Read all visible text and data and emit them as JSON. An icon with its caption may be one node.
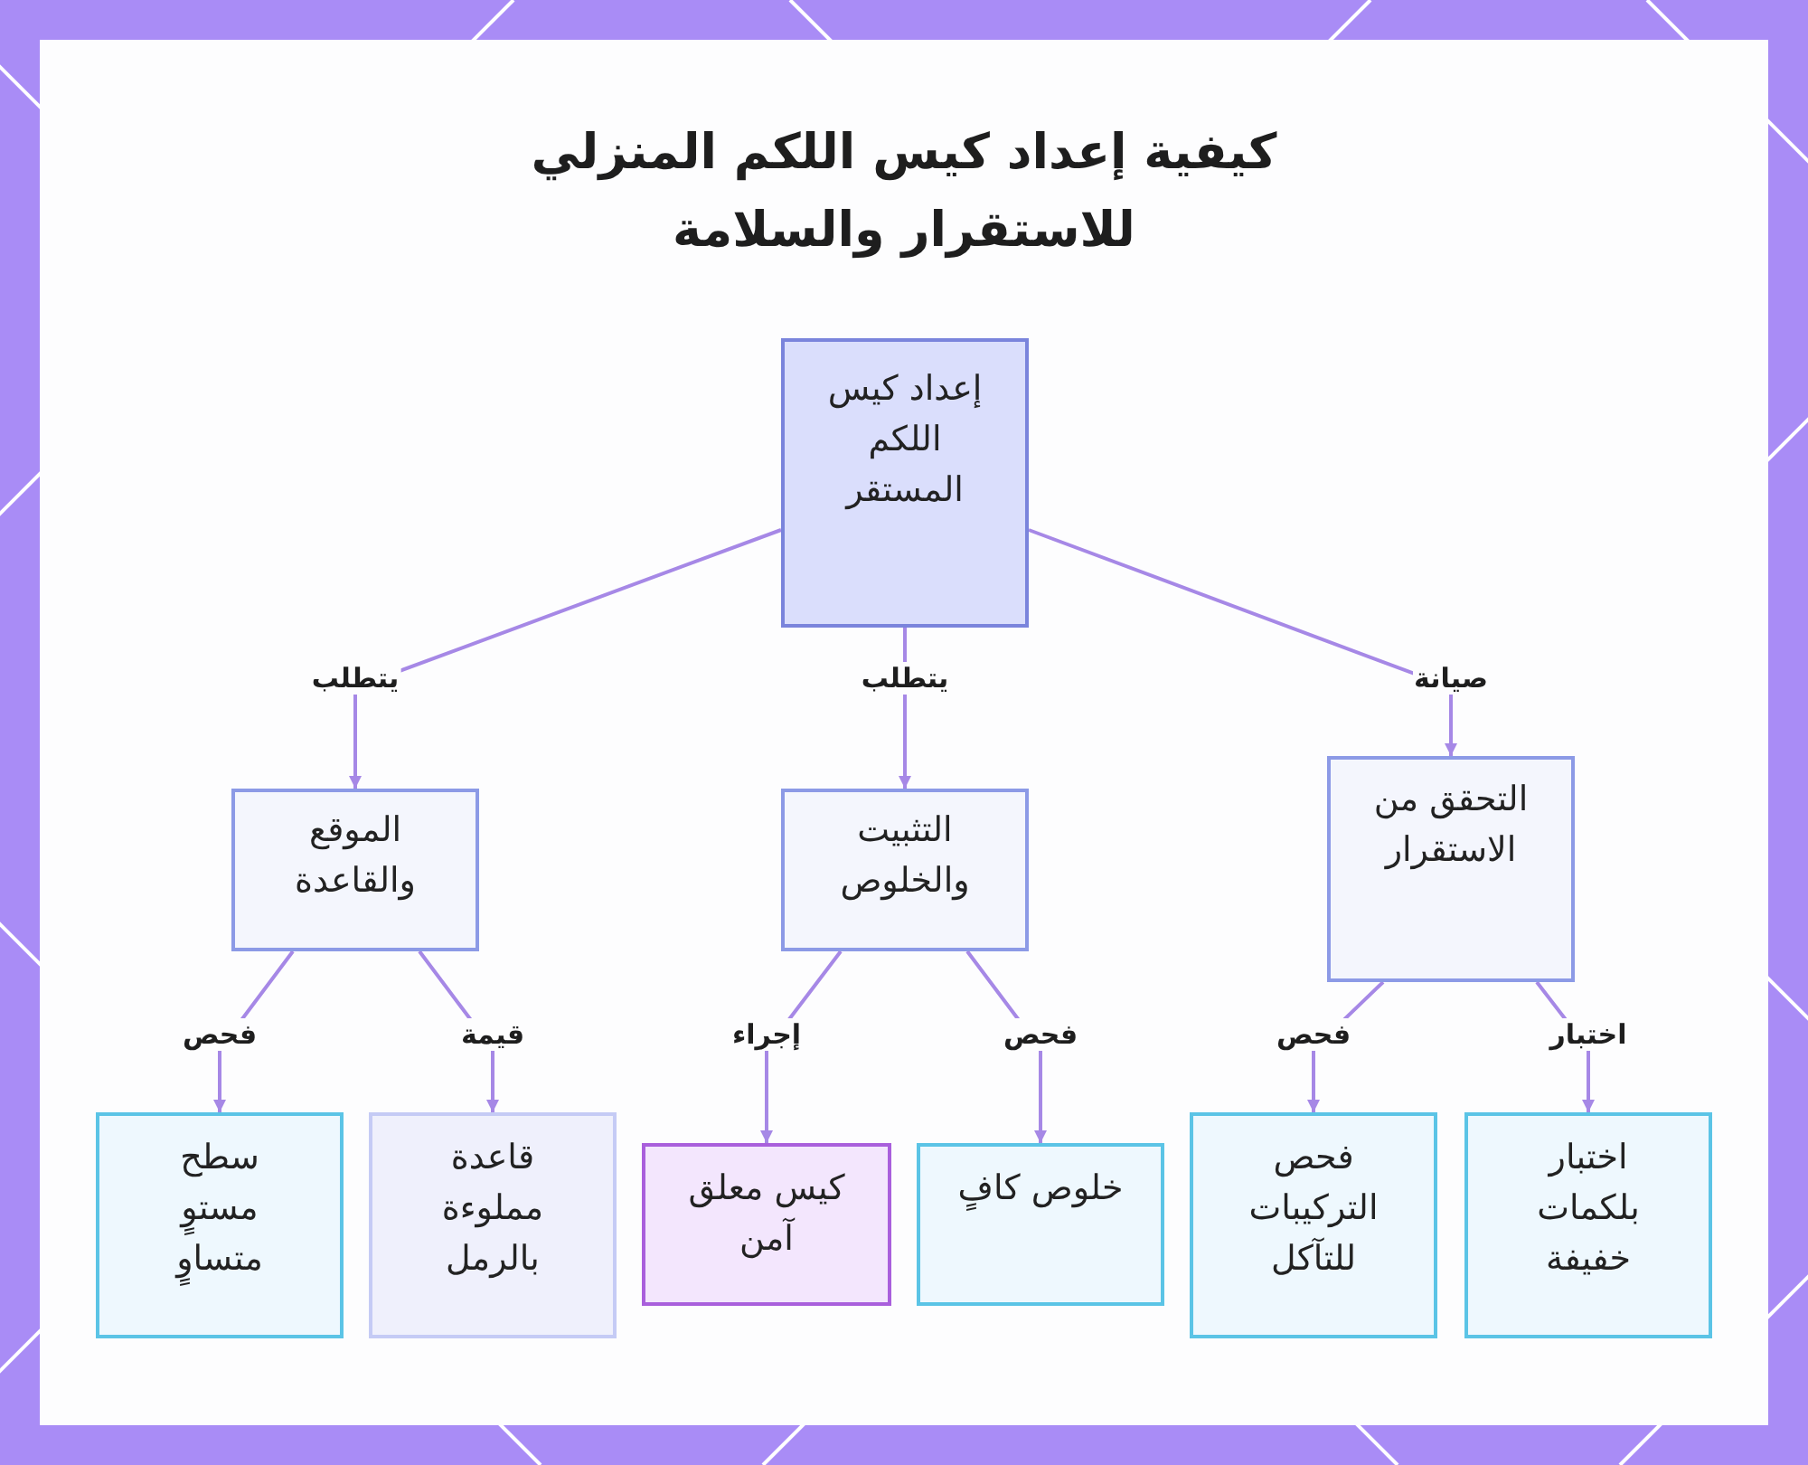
{
  "diagram": {
    "title": "كيفية إعداد كيس اللكم المنزلي للاستقرار والسلامة",
    "nodes": [
      {
        "text": [
          "إعداد كيس اللكم المستقر"
        ]
      },
      {
        "text": [
          "الموقع والقاعدة"
        ]
      },
      {
        "text": [
          "التثبيت والخلوص"
        ]
      },
      {
        "text": [
          "التحقق من الاستقرار"
        ]
      },
      {
        "text": [
          "سطح مستوٍ متساوٍ"
        ]
      },
      {
        "text": [
          "قاعدة مملوءة بالرمل"
        ]
      },
      {
        "text": [
          "كيس معلق آمن"
        ]
      },
      {
        "text": [
          "خلوص كافٍ"
        ]
      },
      {
        "text": [
          "فحص التركيبات للتآكل"
        ]
      },
      {
        "text": [
          "اختبار بلكمات خفيفة"
        ]
      }
    ],
    "edges": [
      {
        "from": 0,
        "to": 1,
        "arrow": "to",
        "label": "يتطلب"
      },
      {
        "from": 0,
        "to": 2,
        "arrow": "to",
        "label": "يتطلب"
      },
      {
        "from": 0,
        "to": 3,
        "arrow": "to",
        "label": "صيانة"
      },
      {
        "from": 1,
        "to": 4,
        "arrow": "to",
        "label": "فحص"
      },
      {
        "from": 1,
        "to": 5,
        "arrow": "to",
        "label": "قيمة"
      },
      {
        "from": 2,
        "to": 6,
        "arrow": "to",
        "label": "إجراء"
      },
      {
        "from": 2,
        "to": 7,
        "arrow": "to",
        "label": "فحص"
      },
      {
        "from": 3,
        "to": 8,
        "arrow": "to",
        "label": "فحص"
      },
      {
        "from": 3,
        "to": 9,
        "arrow": "to",
        "label": "اختبار"
      }
    ]
  }
}
